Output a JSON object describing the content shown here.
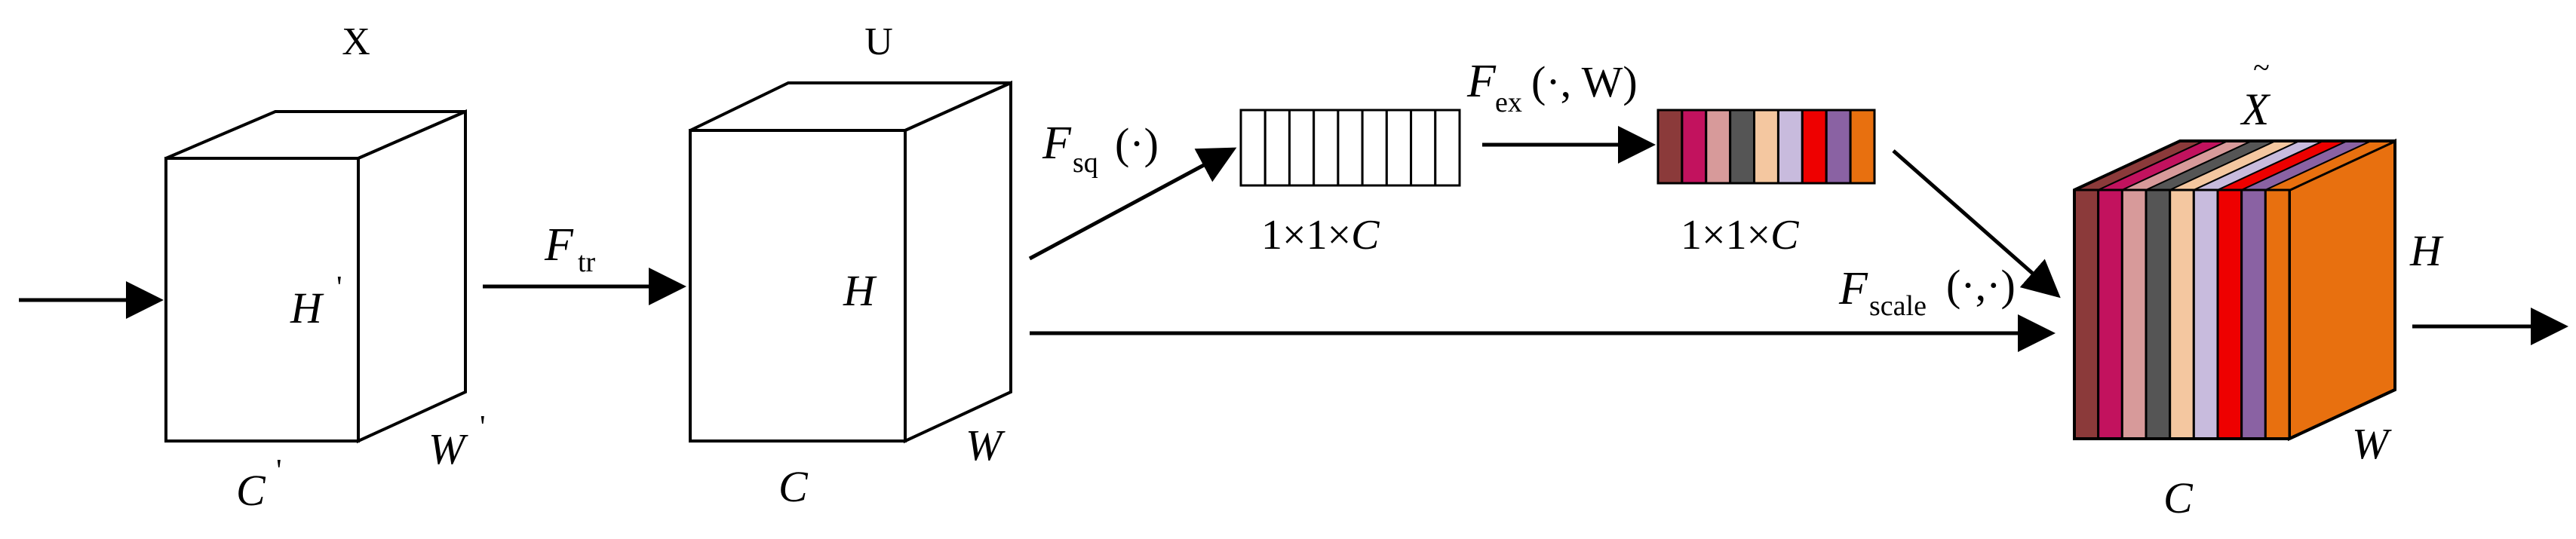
{
  "labels": {
    "x_title": "X",
    "u_title": "U",
    "x_tilde_title": "X",
    "x_tilde_mark": "~",
    "h_prime": "H",
    "c_prime": "C",
    "w_prime": "W",
    "prime_mark": "'",
    "h_u": "H",
    "c_u": "C",
    "w_u": "W",
    "h_out": "H",
    "c_out": "C",
    "w_out": "W",
    "f_tr_base": "F",
    "f_tr_sub": "tr",
    "f_sq_base": "F",
    "f_sq_sub": "sq",
    "f_sq_args": "(·)",
    "f_ex_base": "F",
    "f_ex_sub": "ex",
    "f_ex_args": "(·, W)",
    "f_scale_base": "F",
    "f_scale_sub": "scale",
    "f_scale_args": "(·,·)",
    "dim_squeeze_num": "1×1×",
    "dim_squeeze_c": "C",
    "dim_excite_num": "1×1×",
    "dim_excite_c": "C"
  },
  "colors": {
    "excitation_slices": [
      "#8B3A3A",
      "#C2125E",
      "#D79A9A",
      "#555555",
      "#F4C7A0",
      "#C8BBDD",
      "#EE0000",
      "#8A62A3",
      "#E8700F"
    ],
    "output_front_slices": [
      "#8B3A3A",
      "#C2125E",
      "#D79A9A",
      "#555555",
      "#F4C7A0",
      "#C8BBDD",
      "#EE0000",
      "#8A62A3",
      "#E8700F"
    ],
    "output_side": "#E8700F"
  }
}
